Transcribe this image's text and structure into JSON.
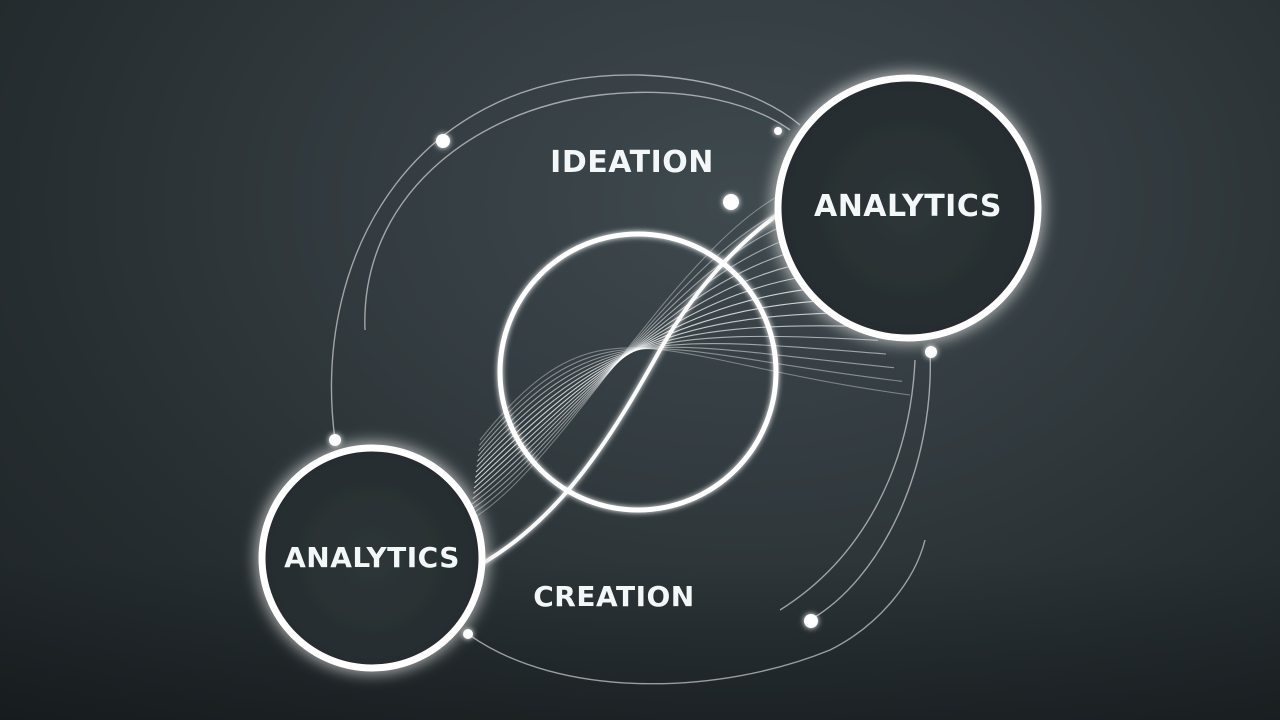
{
  "diagram": {
    "nodes": {
      "top_right": {
        "label": "ANALYTICS"
      },
      "bottom_left": {
        "label": "ANALYTICS"
      }
    },
    "labels": {
      "ideation": "IDEATION",
      "creation": "CREATION"
    },
    "colors": {
      "background": "#2b3336",
      "stroke": "#ffffff",
      "glow": "#cfe9ee",
      "text": "#f4f7f8"
    }
  }
}
